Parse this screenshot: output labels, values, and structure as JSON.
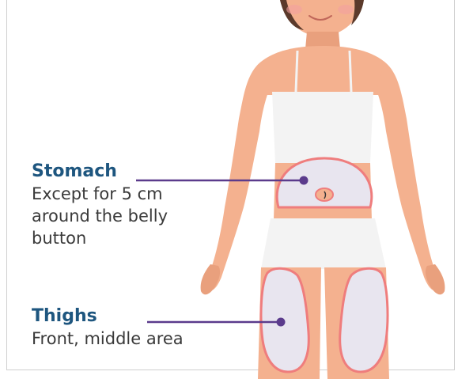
{
  "colors": {
    "skin": "#f4b18f",
    "skin_shadow": "#e9a07d",
    "clothing": "#f3f3f3",
    "zone_fill": "#e8e5ef",
    "zone_outline": "#ef7d7d",
    "leader_line": "#5b3b8c",
    "title_text": "#1e567f",
    "body_text": "#3a3a3a",
    "hair": "#5b3a2b"
  },
  "zones": [
    {
      "id": "stomach",
      "title": "Stomach",
      "description_lines": [
        "Except for 5 cm",
        "around the belly",
        "button"
      ]
    },
    {
      "id": "thighs",
      "title": "Thighs",
      "description_lines": [
        "Front, middle area"
      ]
    }
  ]
}
